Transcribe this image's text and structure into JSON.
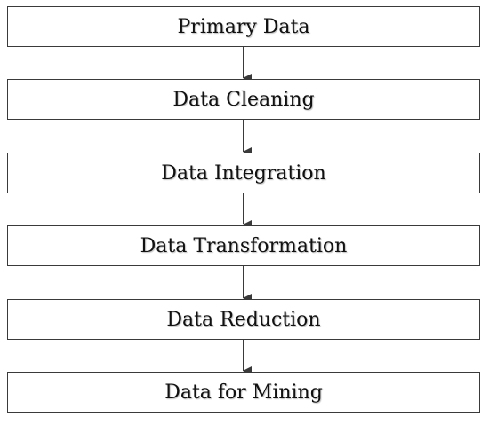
{
  "diagram": {
    "steps": [
      {
        "label": "Primary Data"
      },
      {
        "label": "Data Cleaning"
      },
      {
        "label": "Data Integration"
      },
      {
        "label": "Data Transformation"
      },
      {
        "label": "Data Reduction"
      },
      {
        "label": "Data for Mining"
      }
    ],
    "colors": {
      "border": "#3a3a3a",
      "arrow": "#3a3a3a",
      "text": "#111111",
      "background": "#ffffff"
    }
  }
}
